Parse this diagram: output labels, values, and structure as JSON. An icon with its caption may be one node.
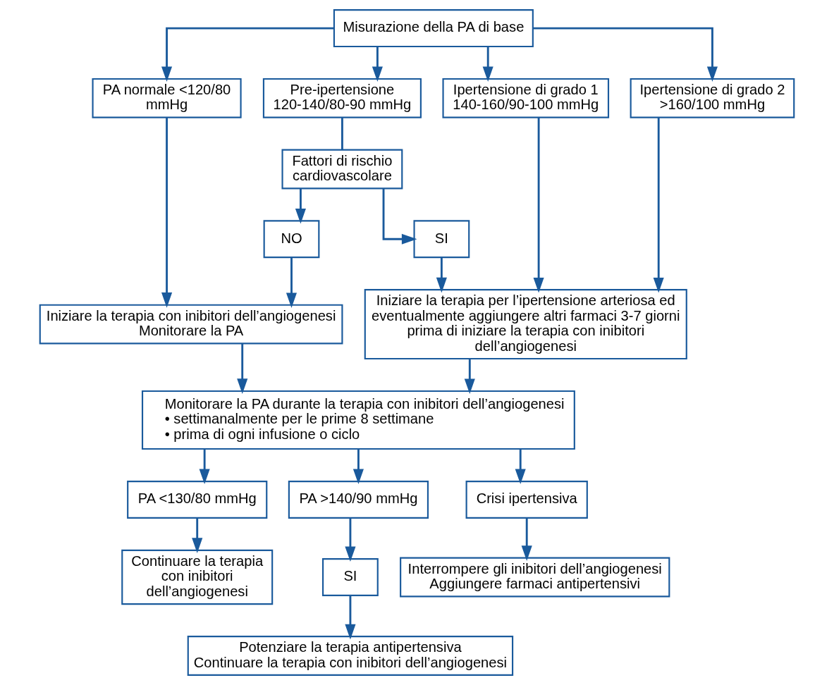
{
  "diagram": {
    "nodes": [
      {
        "text": [
          "Misurazione della PA di base"
        ]
      },
      {
        "text": [
          "PA normale <120/80 mmHg"
        ]
      },
      {
        "text": [
          "Pre-ipertensione 120-140/80-90 mmHg"
        ]
      },
      {
        "text": [
          "Ipertensione di grado 1 140-160/90-100 mmHg"
        ]
      },
      {
        "text": [
          "Ipertensione di grado 2 >160/100 mmHg"
        ]
      },
      {
        "text": [
          "Fattori di rischio cardiovascolare"
        ]
      },
      {
        "text": [
          "NO"
        ]
      },
      {
        "text": [
          "SI"
        ]
      },
      {
        "text": [
          "Iniziare la terapia con inibitori dell’angiogenesi",
          "Monitorare la PA"
        ]
      },
      {
        "text": [
          "Iniziare la terapia per l’ipertensione arteriosa ed eventualmente aggiungere altri farmaci 3-7 giorni prima di iniziare la terapia con inibitori dell’angiogenesi"
        ]
      },
      {
        "text": [
          "Monitorare la PA durante la terapia con inibitori dell’angiogenesi",
          "• settimanalmente per le prime 8 settimane",
          "• prima di ogni infusione o ciclo"
        ]
      },
      {
        "text": [
          "PA <130/80 mmHg"
        ]
      },
      {
        "text": [
          "PA >140/90 mmHg"
        ]
      },
      {
        "text": [
          "Crisi ipertensiva"
        ]
      },
      {
        "text": [
          "Continuare la terapia con inibitori dell’angiogenesi"
        ]
      },
      {
        "text": [
          "SI"
        ]
      },
      {
        "text": [
          "Interrompere gli inibitori dell’angiogenesi",
          "Aggiungere farmaci antipertensivi"
        ]
      },
      {
        "text": [
          "Potenziare la terapia antipertensiva",
          "Continuare la terapia con inibitori dell’angiogenesi"
        ]
      }
    ],
    "edges": [
      {
        "from": 0,
        "to": 1,
        "arrow": "to"
      },
      {
        "from": 0,
        "to": 2,
        "arrow": "to"
      },
      {
        "from": 0,
        "to": 3,
        "arrow": "to"
      },
      {
        "from": 0,
        "to": 4,
        "arrow": "to"
      },
      {
        "from": 2,
        "to": 5,
        "arrow": "none"
      },
      {
        "from": 5,
        "to": 6,
        "arrow": "to"
      },
      {
        "from": 5,
        "to": 7,
        "arrow": "to"
      },
      {
        "from": 1,
        "to": 8,
        "arrow": "to"
      },
      {
        "from": 6,
        "to": 8,
        "arrow": "to"
      },
      {
        "from": 7,
        "to": 9,
        "arrow": "to"
      },
      {
        "from": 3,
        "to": 9,
        "arrow": "to"
      },
      {
        "from": 4,
        "to": 9,
        "arrow": "to"
      },
      {
        "from": 8,
        "to": 10,
        "arrow": "to"
      },
      {
        "from": 9,
        "to": 10,
        "arrow": "to"
      },
      {
        "from": 10,
        "to": 11,
        "arrow": "to"
      },
      {
        "from": 10,
        "to": 12,
        "arrow": "to"
      },
      {
        "from": 10,
        "to": 13,
        "arrow": "to"
      },
      {
        "from": 11,
        "to": 14,
        "arrow": "to"
      },
      {
        "from": 12,
        "to": 15,
        "arrow": "to"
      },
      {
        "from": 13,
        "to": 16,
        "arrow": "to"
      },
      {
        "from": 15,
        "to": 17,
        "arrow": "to"
      }
    ]
  }
}
